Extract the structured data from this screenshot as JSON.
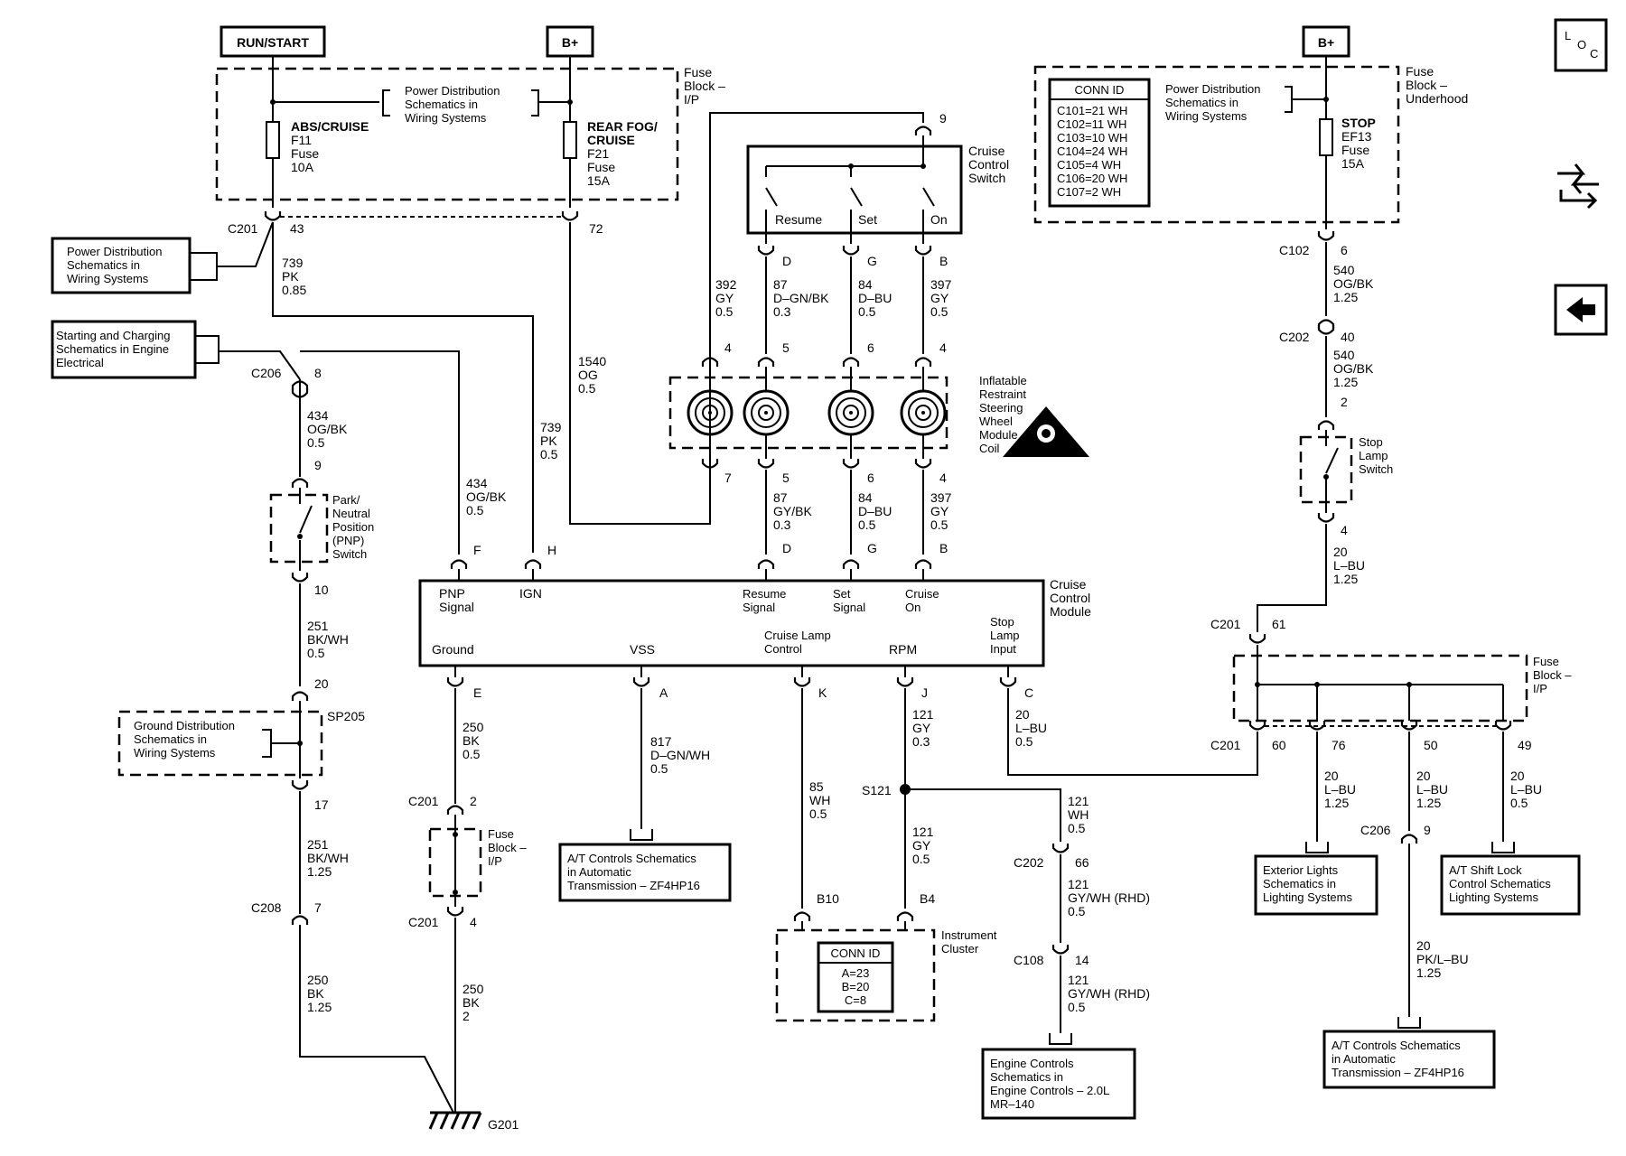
{
  "power": {
    "run_start": "RUN/START",
    "bplus_left": "B+",
    "bplus_right": "B+"
  },
  "fuse_ip": {
    "title1": "Fuse",
    "title2": "Block –",
    "title3": "I/P",
    "pds1": "Power Distribution",
    "pds2": "Schematics in",
    "pds3": "Wiring Systems",
    "f11_1": "ABS/CRUISE",
    "f11_2": "F11",
    "f11_3": "Fuse",
    "f11_4": "10A",
    "f21_1": "REAR FOG/",
    "f21_2": "CRUISE",
    "f21_3": "F21",
    "f21_4": "Fuse",
    "f21_5": "15A"
  },
  "fuse_uh": {
    "title1": "Fuse",
    "title2": "Block –",
    "title3": "Underhood",
    "pds1": "Power Distribution",
    "pds2": "Schematics in",
    "pds3": "Wiring Systems",
    "ef13_1": "STOP",
    "ef13_2": "EF13",
    "ef13_3": "Fuse",
    "ef13_4": "15A",
    "conn_title": "CONN ID",
    "conn": [
      "C101=21 WH",
      "C102=11 WH",
      "C103=10 WH",
      "C104=24 WH",
      "C105=4 WH",
      "C106=20 WH",
      "C107=2 WH"
    ]
  },
  "refs": {
    "pds_left": [
      "Power Distribution",
      "Schematics in",
      "Wiring Systems"
    ],
    "starting": [
      "Starting and Charging",
      "Schematics in Engine",
      "Electrical"
    ],
    "ground": [
      "Ground Distribution",
      "Schematics in",
      "Wiring Systems"
    ],
    "at_mid": [
      "A/T Controls Schematics",
      "in Automatic",
      "Transmission – ZF4HP16"
    ],
    "engine": [
      "Engine Controls",
      "Schematics in",
      "Engine Controls – 2.0L",
      "MR–140"
    ],
    "exterior": [
      "Exterior Lights",
      "Schematics in",
      "Lighting Systems"
    ],
    "shiftlock": [
      "A/T Shift Lock",
      "Control Schematics",
      "Lighting Systems"
    ],
    "at_right": [
      "A/T Controls Schematics",
      "in Automatic",
      "Transmission – ZF4HP16"
    ]
  },
  "connectors": {
    "c201": "C201",
    "c206": "C206",
    "c208": "C208",
    "c102": "C102",
    "c202": "C202",
    "c108": "C108",
    "s121": "S121",
    "sp205": "SP205",
    "g201": "G201",
    "p43": "43",
    "p72": "72",
    "p8": "8",
    "p9": "9",
    "p10": "10",
    "p20": "20",
    "p17": "17",
    "p7": "7",
    "p2": "2",
    "p4": "4",
    "p6": "6",
    "p40": "40",
    "p61": "61",
    "p60": "60",
    "p76": "76",
    "p50": "50",
    "p49": "49",
    "p66": "66",
    "p14": "14",
    "p5": "5"
  },
  "wires": {
    "w739a": [
      "739",
      "PK",
      "0.85"
    ],
    "w739b": [
      "739",
      "PK",
      "0.5"
    ],
    "w1540": [
      "1540",
      "OG",
      "0.5"
    ],
    "w434a": [
      "434",
      "OG/BK",
      "0.5"
    ],
    "w434b": [
      "434",
      "OG/BK",
      "0.5"
    ],
    "w251a": [
      "251",
      "BK/WH",
      "0.5"
    ],
    "w251b": [
      "251",
      "BK/WH",
      "1.25"
    ],
    "w250a": [
      "250",
      "BK",
      "1.25"
    ],
    "w250b": [
      "250",
      "BK",
      "0.5"
    ],
    "w250c": [
      "250",
      "BK",
      "2"
    ],
    "w392": [
      "392",
      "GY",
      "0.5"
    ],
    "w87a": [
      "87",
      "D–GN/BK",
      "0.3"
    ],
    "w84a": [
      "84",
      "D–BU",
      "0.5"
    ],
    "w397a": [
      "397",
      "GY",
      "0.5"
    ],
    "w87b": [
      "87",
      "GY/BK",
      "0.3"
    ],
    "w84b": [
      "84",
      "D–BU",
      "0.5"
    ],
    "w397b": [
      "397",
      "GY",
      "0.5"
    ],
    "w817": [
      "817",
      "D–GN/WH",
      "0.5"
    ],
    "w85": [
      "85",
      "WH",
      "0.5"
    ],
    "w121a": [
      "121",
      "GY",
      "0.3"
    ],
    "w121b": [
      "121",
      "GY",
      "0.5"
    ],
    "w121c": [
      "121",
      "WH",
      "0.5"
    ],
    "w121d": [
      "121",
      "GY/WH (RHD)",
      "0.5"
    ],
    "w121e": [
      "121",
      "GY/WH (RHD)",
      "0.5"
    ],
    "w20a": [
      "20",
      "L–BU",
      "0.5"
    ],
    "w540a": [
      "540",
      "OG/BK",
      "1.25"
    ],
    "w540b": [
      "540",
      "OG/BK",
      "1.25"
    ],
    "w20b": [
      "20",
      "L–BU",
      "1.25"
    ],
    "w20c": [
      "20",
      "L–BU",
      "1.25"
    ],
    "w20d": [
      "20",
      "L–BU",
      "1.25"
    ],
    "w20e": [
      "20",
      "L–BU",
      "0.5"
    ],
    "w20f": [
      "20",
      "PK/L–BU",
      "1.25"
    ]
  },
  "switches": {
    "pnp": [
      "Park/",
      "Neutral",
      "Position",
      "(PNP)",
      "Switch"
    ],
    "stop": [
      "Stop",
      "Lamp",
      "Switch"
    ],
    "cruise_title": [
      "Cruise",
      "Control",
      "Switch"
    ],
    "resume": "Resume",
    "set": "Set",
    "on": "On"
  },
  "coil": {
    "title": [
      "Inflatable",
      "Restraint",
      "Steering",
      "Wheel",
      "Module",
      "Coil"
    ]
  },
  "module": {
    "title": [
      "Cruise",
      "Control",
      "Module"
    ],
    "pnp": [
      "PNP",
      "Signal"
    ],
    "ign": "IGN",
    "resume": [
      "Resume",
      "Signal"
    ],
    "set": [
      "Set",
      "Signal"
    ],
    "cruise_on": [
      "Cruise",
      "On"
    ],
    "ground": "Ground",
    "vss": "VSS",
    "lamp": [
      "Cruise Lamp",
      "Control"
    ],
    "rpm": "RPM",
    "stop": [
      "Stop",
      "Lamp",
      "Input"
    ],
    "pins": {
      "F": "F",
      "H": "H",
      "D": "D",
      "G": "G",
      "B": "B",
      "E": "E",
      "A": "A",
      "K": "K",
      "J": "J",
      "C": "C"
    }
  },
  "cluster": {
    "title": [
      "Instrument",
      "Cluster"
    ],
    "conn_title": "CONN ID",
    "conn": [
      "A=23",
      "B=20",
      "C=8"
    ],
    "b10": "B10",
    "b4": "B4"
  },
  "fuse_ip2": {
    "title": [
      "Fuse",
      "Block –",
      "I/P"
    ]
  },
  "fuse_ip3": {
    "title": [
      "Fuse",
      "Block –",
      "I/P"
    ]
  },
  "icons": {
    "loc": [
      "L",
      "O",
      "C"
    ]
  }
}
